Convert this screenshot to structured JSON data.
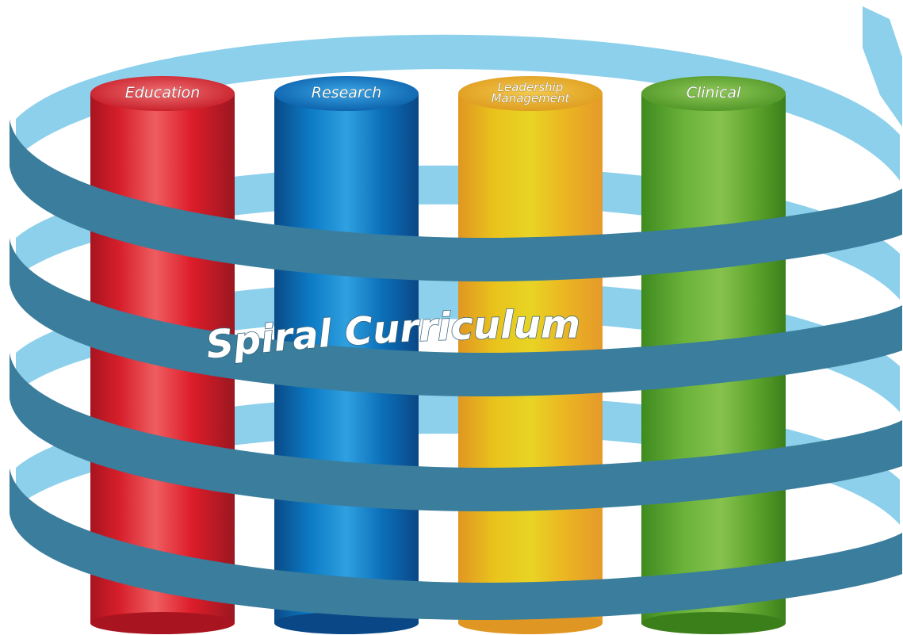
{
  "diagram": {
    "title": "Spiral Curriculum",
    "pillars": [
      {
        "lines": [
          "Education"
        ],
        "color": "#d9202b"
      },
      {
        "lines": [
          "Research"
        ],
        "color": "#0a6fbf"
      },
      {
        "lines": [
          "Leadership",
          "Management"
        ],
        "color": "#eab21c"
      },
      {
        "lines": [
          "Clinical"
        ],
        "color": "#5aa22b"
      }
    ],
    "colors": {
      "ribbon_front": "#3a7d9c",
      "ribbon_back": "#8dd0ec"
    }
  }
}
